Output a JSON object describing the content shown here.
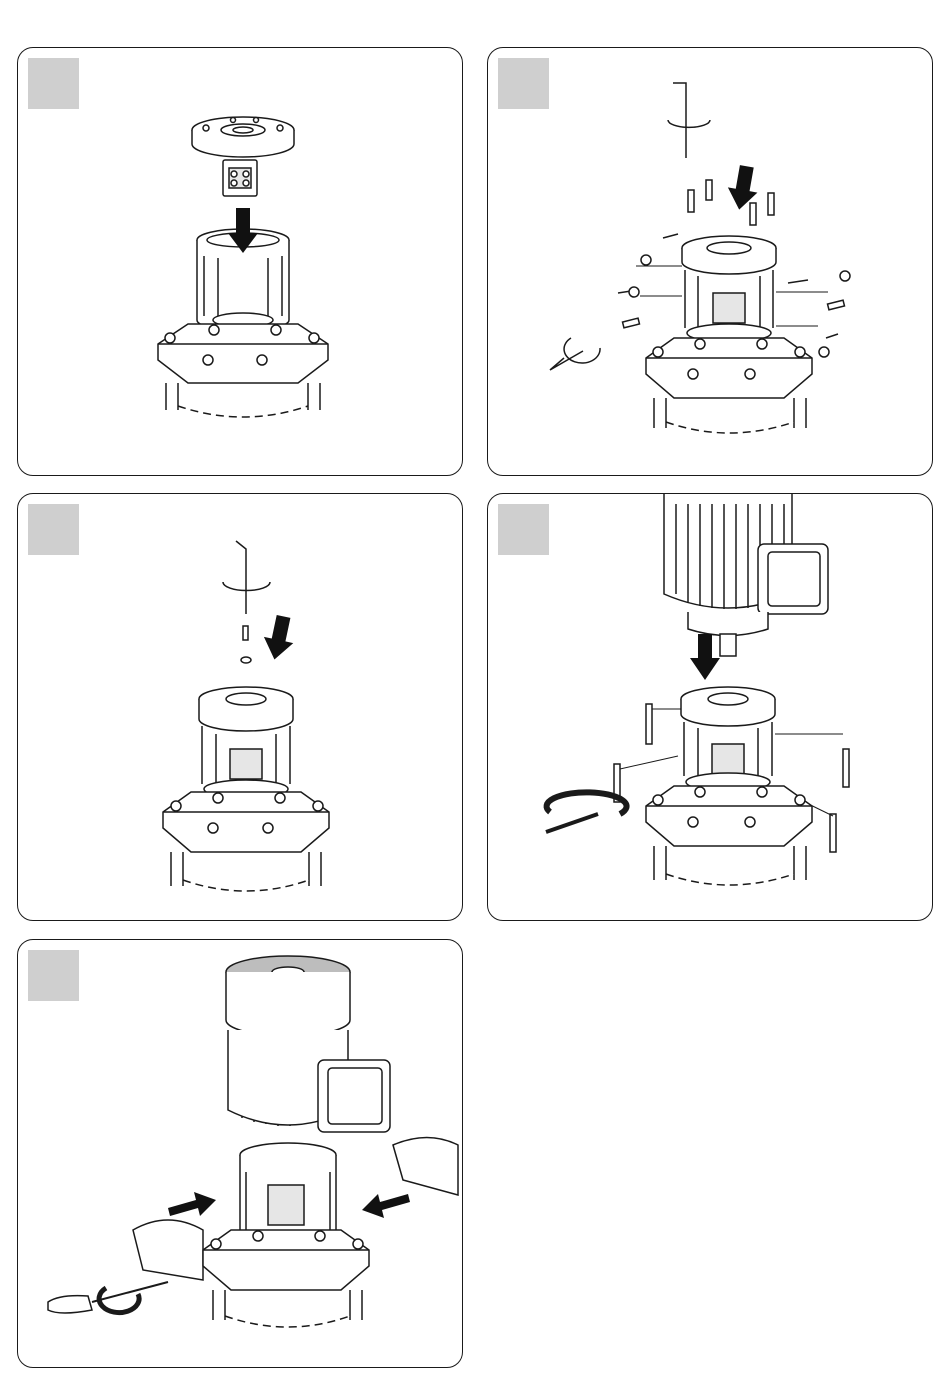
{
  "figure": {
    "panels": [
      {
        "id": "step-1",
        "depicts": "coupling-and-motor-stool-lowered-onto-pump"
      },
      {
        "id": "step-2",
        "depicts": "screws-and-nuts-fastened-with-hex-key"
      },
      {
        "id": "step-3",
        "depicts": "shaft-screw-tightened-with-hex-key"
      },
      {
        "id": "step-4",
        "depicts": "motor-lowered-and-bolted-with-wrench"
      },
      {
        "id": "step-5",
        "depicts": "coupling-guards-fitted-with-screwdriver"
      }
    ],
    "colors": {
      "outline": "#1a1a1a",
      "step_box": "#cfcfcf",
      "arrow": "#111111",
      "background": "#ffffff"
    }
  }
}
